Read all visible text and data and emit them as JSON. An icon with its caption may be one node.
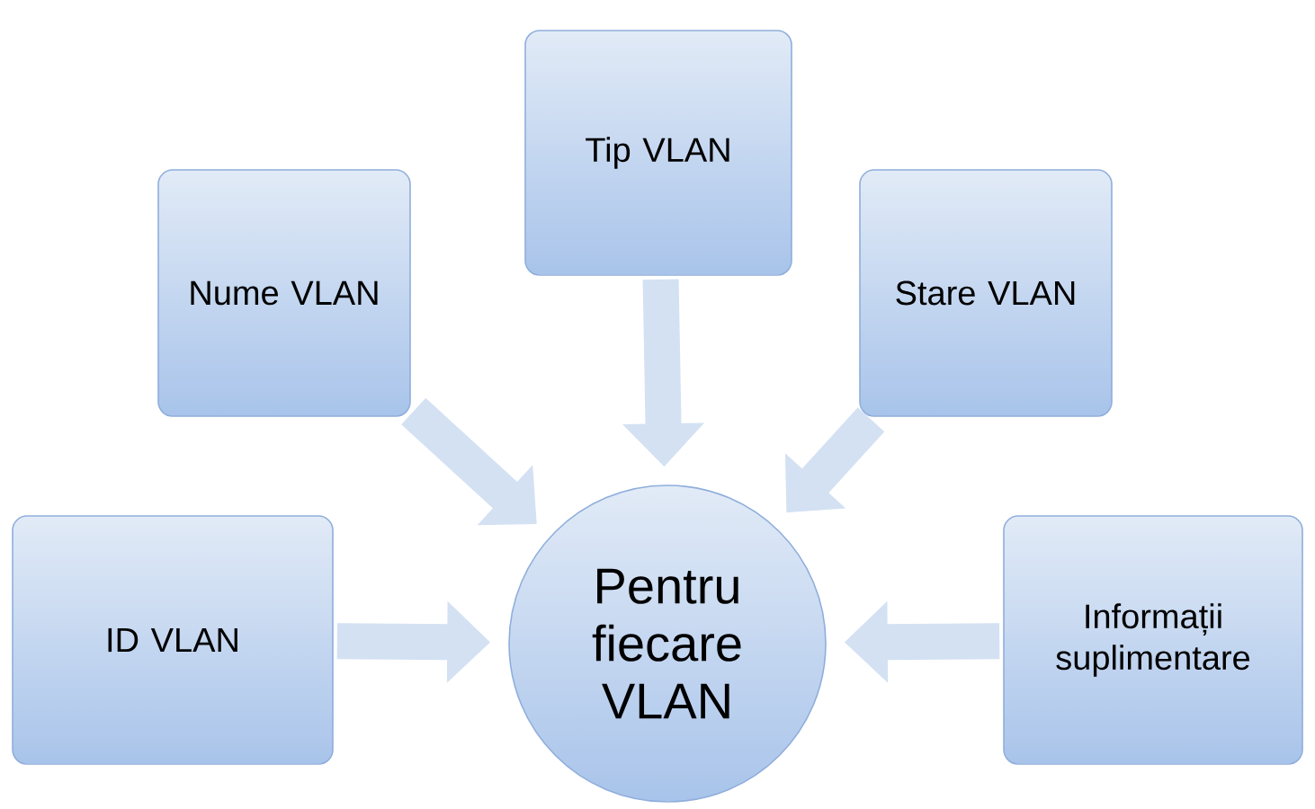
{
  "diagram": {
    "nodes": [
      {
        "text": [
          "Tip VLAN"
        ]
      },
      {
        "text": [
          "Nume VLAN"
        ]
      },
      {
        "text": [
          "Stare VLAN"
        ]
      },
      {
        "text": [
          "ID VLAN"
        ]
      },
      {
        "text": [
          "Pentru fiecare VLAN"
        ]
      },
      {
        "text": [
          "Informații suplimentare"
        ]
      }
    ],
    "edges": [
      {
        "from": 0,
        "to": 4,
        "arrow": "to"
      },
      {
        "from": 1,
        "to": 4,
        "arrow": "to"
      },
      {
        "from": 2,
        "to": 4,
        "arrow": "to"
      },
      {
        "from": 3,
        "to": 4,
        "arrow": "to"
      },
      {
        "from": 5,
        "to": 4,
        "arrow": "to"
      }
    ]
  }
}
